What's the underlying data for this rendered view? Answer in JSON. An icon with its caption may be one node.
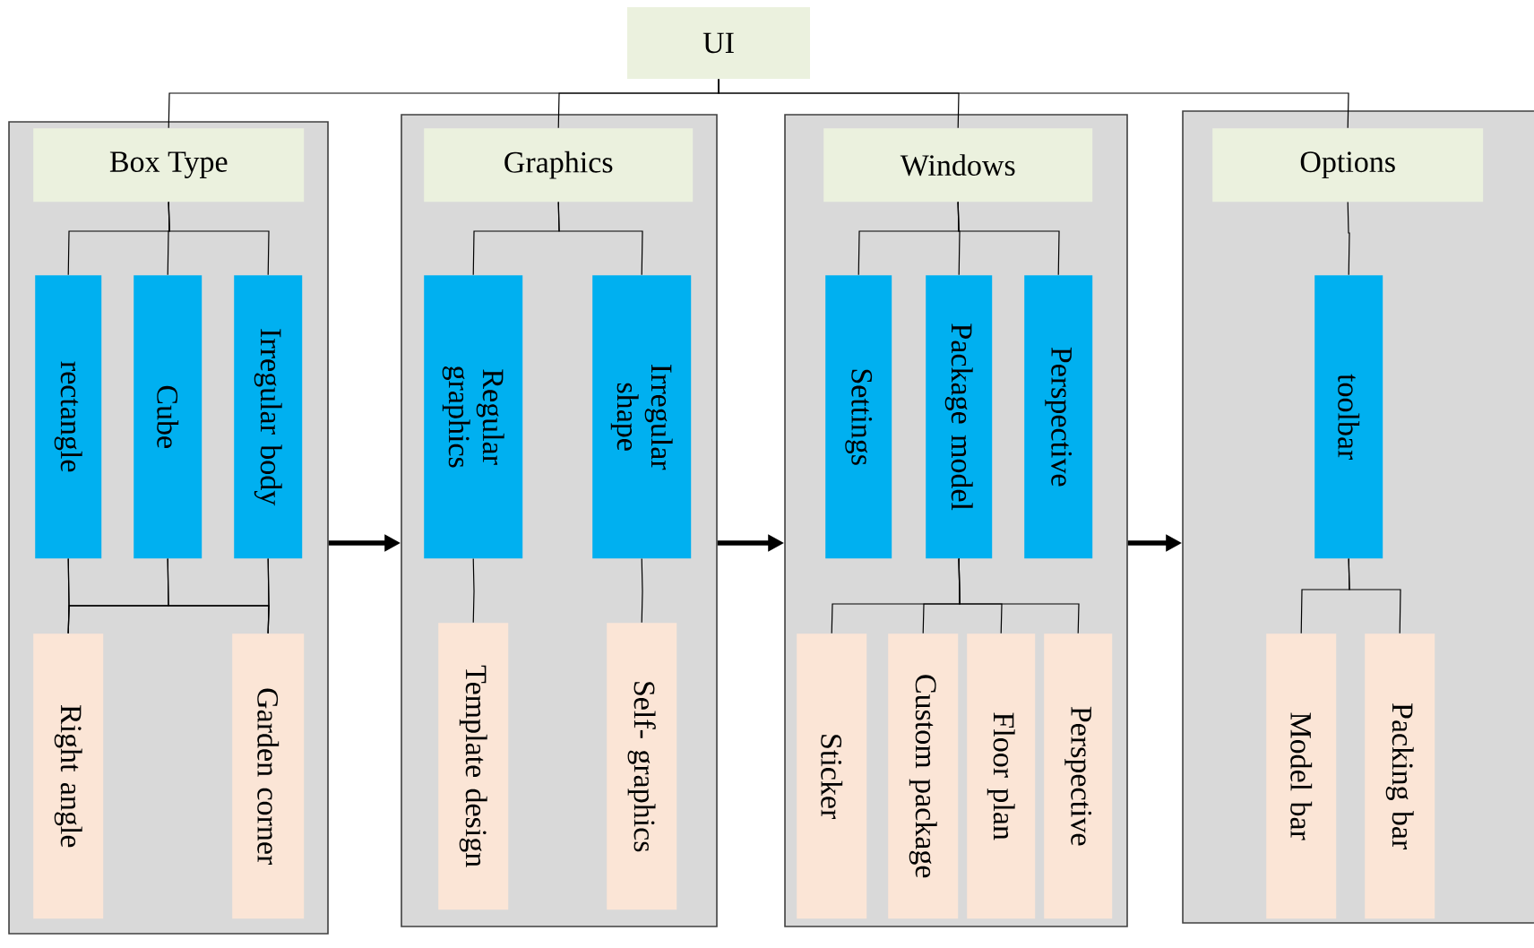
{
  "diagram": {
    "nodes": [
      {
        "text": [
          "UI"
        ]
      },
      {
        "text": [],
        "shape": "box"
      },
      {
        "text": [
          "Box Type"
        ],
        "in": 1
      },
      {
        "text": [
          "rectangle"
        ],
        "in": 1
      },
      {
        "text": [
          "Cube"
        ],
        "in": 1
      },
      {
        "text": [
          "Irregular body"
        ],
        "in": 1
      },
      {
        "text": [
          "Right angle"
        ],
        "in": 1
      },
      {
        "text": [
          "Garden corner"
        ],
        "in": 1
      },
      {
        "text": [],
        "shape": "box"
      },
      {
        "text": [
          "Graphics"
        ],
        "in": 8
      },
      {
        "text": [
          "Regular graphics"
        ],
        "in": 8
      },
      {
        "text": [
          "Irregular shape"
        ],
        "in": 8
      },
      {
        "text": [
          "Template design"
        ],
        "in": 8
      },
      {
        "text": [
          "Self- graphics"
        ],
        "in": 8
      },
      {
        "text": [],
        "shape": "box"
      },
      {
        "text": [
          "Windows"
        ],
        "in": 14
      },
      {
        "text": [
          "Settings"
        ],
        "in": 14
      },
      {
        "text": [
          "Package model"
        ],
        "in": 14
      },
      {
        "text": [
          "Perspective"
        ],
        "in": 14
      },
      {
        "text": [
          "Sticker"
        ],
        "in": 14
      },
      {
        "text": [
          "Custom package"
        ],
        "in": 14
      },
      {
        "text": [
          "Floor plan"
        ],
        "in": 14
      },
      {
        "text": [
          "Perspective"
        ],
        "in": 14
      },
      {
        "text": [],
        "shape": "box"
      },
      {
        "text": [
          "Options"
        ],
        "in": 23
      },
      {
        "text": [
          "toolbar"
        ],
        "in": 23
      },
      {
        "text": [
          "Model bar"
        ],
        "in": 23
      },
      {
        "text": [
          "Packing bar"
        ],
        "in": 23
      }
    ],
    "edges": [
      {
        "from": 0,
        "to": 2,
        "arrow": "none"
      },
      {
        "from": 0,
        "to": 9,
        "arrow": "none"
      },
      {
        "from": 0,
        "to": 15,
        "arrow": "none"
      },
      {
        "from": 0,
        "to": 24,
        "arrow": "none"
      },
      {
        "from": 2,
        "to": 3,
        "arrow": "none"
      },
      {
        "from": 2,
        "to": 4,
        "arrow": "none"
      },
      {
        "from": 2,
        "to": 5,
        "arrow": "none"
      },
      {
        "from": 3,
        "to": 6,
        "arrow": "none"
      },
      {
        "from": 3,
        "to": 7,
        "arrow": "none"
      },
      {
        "from": 4,
        "to": 6,
        "arrow": "none"
      },
      {
        "from": 4,
        "to": 7,
        "arrow": "none"
      },
      {
        "from": 5,
        "to": 6,
        "arrow": "none"
      },
      {
        "from": 5,
        "to": 7,
        "arrow": "none"
      },
      {
        "from": 9,
        "to": 10,
        "arrow": "none"
      },
      {
        "from": 9,
        "to": 11,
        "arrow": "none"
      },
      {
        "from": 10,
        "to": 12,
        "arrow": "none"
      },
      {
        "from": 11,
        "to": 13,
        "arrow": "none"
      },
      {
        "from": 15,
        "to": 16,
        "arrow": "none"
      },
      {
        "from": 15,
        "to": 17,
        "arrow": "none"
      },
      {
        "from": 15,
        "to": 18,
        "arrow": "none"
      },
      {
        "from": 17,
        "to": 19,
        "arrow": "none"
      },
      {
        "from": 17,
        "to": 20,
        "arrow": "none"
      },
      {
        "from": 17,
        "to": 21,
        "arrow": "none"
      },
      {
        "from": 17,
        "to": 22,
        "arrow": "none"
      },
      {
        "from": 24,
        "to": 25,
        "arrow": "none"
      },
      {
        "from": 25,
        "to": 26,
        "arrow": "none"
      },
      {
        "from": 25,
        "to": 27,
        "arrow": "none"
      },
      {
        "from": 1,
        "to": 8,
        "arrow": "to",
        "style": "thick"
      },
      {
        "from": 8,
        "to": 14,
        "arrow": "to",
        "style": "thick"
      },
      {
        "from": 14,
        "to": 23,
        "arrow": "to",
        "style": "thick"
      }
    ]
  }
}
